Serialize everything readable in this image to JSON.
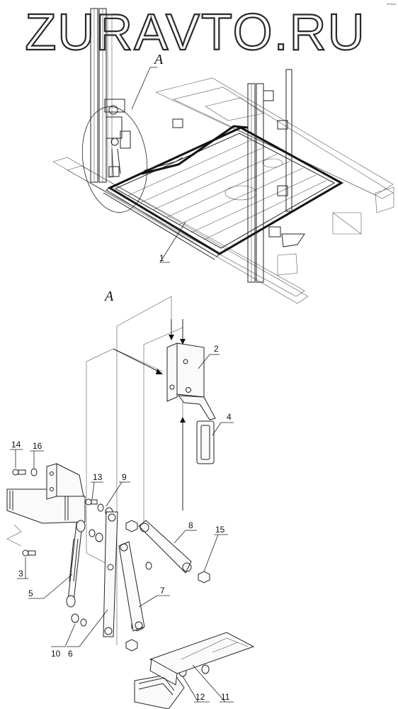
{
  "watermark": "ZURAVTO.RU",
  "corner_note": "aP5ave",
  "view_label_top": "A",
  "view_label_detail": "A",
  "callouts": [
    {
      "id": "c1",
      "text": "1"
    },
    {
      "id": "c2",
      "text": "2"
    },
    {
      "id": "c3",
      "text": "3"
    },
    {
      "id": "c4",
      "text": "4"
    },
    {
      "id": "c5",
      "text": "5"
    },
    {
      "id": "c6",
      "text": "6"
    },
    {
      "id": "c7",
      "text": "7"
    },
    {
      "id": "c8",
      "text": "8"
    },
    {
      "id": "c9",
      "text": "9"
    },
    {
      "id": "c10",
      "text": "10"
    },
    {
      "id": "c11",
      "text": "11"
    },
    {
      "id": "c12",
      "text": "12"
    },
    {
      "id": "c13",
      "text": "13"
    },
    {
      "id": "c14",
      "text": "14"
    },
    {
      "id": "c15",
      "text": "15"
    },
    {
      "id": "c16",
      "text": "16"
    }
  ]
}
